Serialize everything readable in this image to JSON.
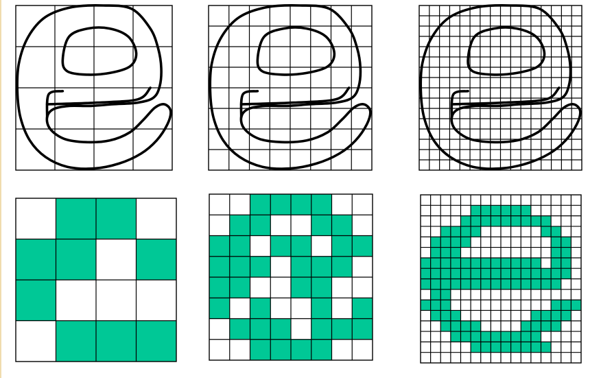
{
  "colors": {
    "fill": "#00c896",
    "ink": "#000000",
    "background": "#ffffff",
    "frame_rule": "#f0dcae"
  },
  "panels": [
    {
      "id": "outline-4x4",
      "row": "top",
      "grid": 4
    },
    {
      "id": "outline-8x8",
      "row": "top",
      "grid": 8
    },
    {
      "id": "outline-16x16",
      "row": "top",
      "grid": 16
    },
    {
      "id": "raster-4x4",
      "row": "bottom",
      "grid": 4,
      "cells": [
        "0110",
        "1101",
        "1000",
        "0111"
      ]
    },
    {
      "id": "raster-8x8",
      "row": "bottom",
      "grid": 8,
      "cells": [
        "00111100",
        "01100110",
        "11011011",
        "11101110",
        "11001100",
        "10100101",
        "01110111",
        "00111100"
      ]
    },
    {
      "id": "raster-16x16",
      "row": "bottom",
      "grid": 16,
      "cells": [
        "0000000000000000",
        "0000011111100000",
        "0000111111111000",
        "0011110000001100",
        "0111100000000110",
        "0111000000000110",
        "1111111111110110",
        "1111111111111110",
        "1111111111111100",
        "0110000000000000",
        "1110000000000111",
        "0111000000011110",
        "0011110000111100",
        "0001111111110000",
        "0000011111111000",
        "0000000000000000"
      ]
    }
  ]
}
